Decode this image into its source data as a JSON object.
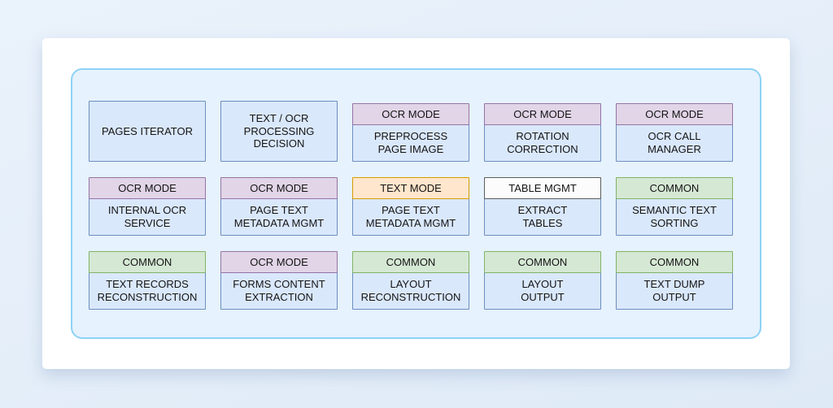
{
  "colors": {
    "page_bg_top": "#eaf2fb",
    "page_bg_bottom": "#dfeaf7",
    "card_bg": "#ffffff",
    "panel_bg": "#e6f2fd",
    "panel_border": "#8ed2f6",
    "node_fill": "#dae8fc",
    "node_border": "#6c8ebf",
    "text": "#141414",
    "tags": {
      "ocr": {
        "fill": "#e1d5e7",
        "border": "#9673a6"
      },
      "text": {
        "fill": "#ffe6cc",
        "border": "#d79b00"
      },
      "table": {
        "fill": "#fcfcfc",
        "border": "#5c5c5c"
      },
      "common": {
        "fill": "#d5e8d4",
        "border": "#82b366"
      }
    }
  },
  "diagram": {
    "cells": [
      {
        "tag": "",
        "tag_style": "",
        "label": "PAGES ITERATOR"
      },
      {
        "tag": "",
        "tag_style": "",
        "label": "TEXT / OCR\nPROCESSING\nDECISION"
      },
      {
        "tag": "OCR MODE",
        "tag_style": "ocr",
        "label": "PREPROCESS\nPAGE IMAGE"
      },
      {
        "tag": "OCR MODE",
        "tag_style": "ocr",
        "label": "ROTATION\nCORRECTION"
      },
      {
        "tag": "OCR MODE",
        "tag_style": "ocr",
        "label": "OCR CALL\nMANAGER"
      },
      {
        "tag": "OCR MODE",
        "tag_style": "ocr",
        "label": "INTERNAL OCR\nSERVICE"
      },
      {
        "tag": "OCR MODE",
        "tag_style": "ocr",
        "label": "PAGE TEXT\nMETADATA MGMT"
      },
      {
        "tag": "TEXT MODE",
        "tag_style": "text",
        "label": "PAGE TEXT\nMETADATA MGMT"
      },
      {
        "tag": "TABLE MGMT",
        "tag_style": "table",
        "label": "EXTRACT\nTABLES"
      },
      {
        "tag": "COMMON",
        "tag_style": "common",
        "label": "SEMANTIC TEXT\nSORTING"
      },
      {
        "tag": "COMMON",
        "tag_style": "common",
        "label": "TEXT RECORDS\nRECONSTRUCTION"
      },
      {
        "tag": "OCR MODE",
        "tag_style": "ocr",
        "label": "FORMS CONTENT\nEXTRACTION"
      },
      {
        "tag": "COMMON",
        "tag_style": "common",
        "label": "LAYOUT\nRECONSTRUCTION"
      },
      {
        "tag": "COMMON",
        "tag_style": "common",
        "label": "LAYOUT\nOUTPUT"
      },
      {
        "tag": "COMMON",
        "tag_style": "common",
        "label": "TEXT DUMP\nOUTPUT"
      }
    ]
  }
}
